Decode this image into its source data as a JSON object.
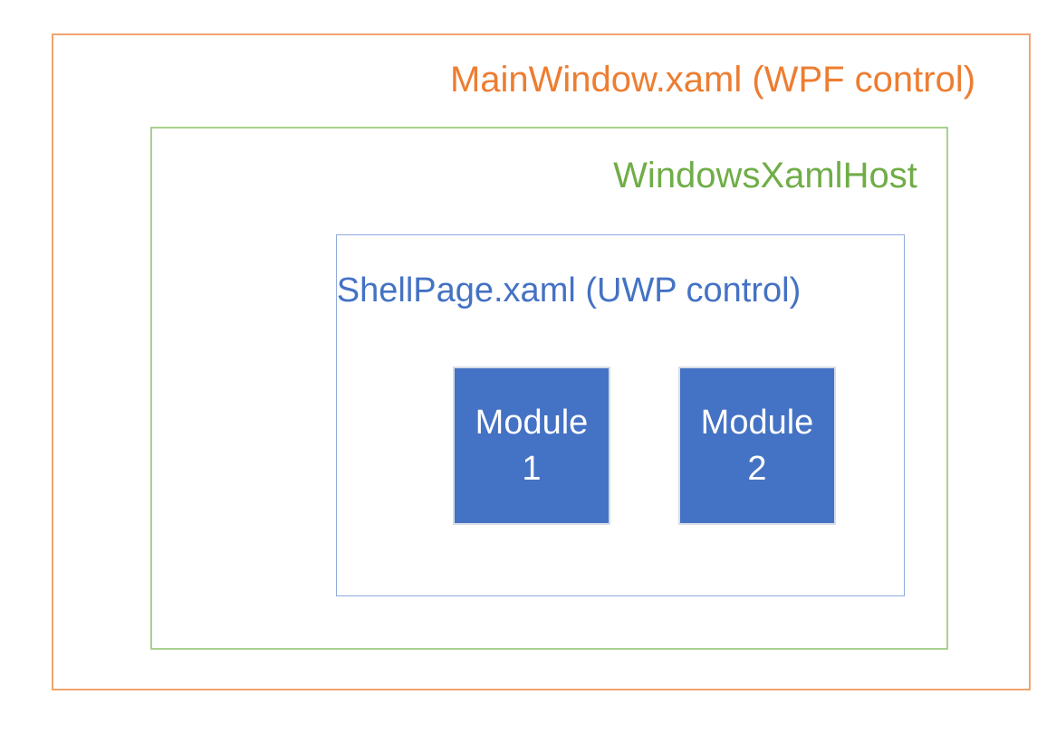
{
  "diagram": {
    "mainwindow": {
      "label": "MainWindow.xaml (WPF control)",
      "text_color": "#ED7D31",
      "border_color": "#F2A36E"
    },
    "xamlhost": {
      "label": "WindowsXamlHost",
      "text_color": "#70AD47",
      "border_color": "#A9D18E"
    },
    "shellpage": {
      "label": "ShellPage.xaml (UWP control)",
      "text_color": "#4472C4",
      "border_color": "#8FAADC"
    },
    "modules": [
      {
        "line1": "Module",
        "line2": "1"
      },
      {
        "line1": "Module",
        "line2": "2"
      }
    ],
    "module_style": {
      "fill": "#4472C4",
      "border_color": "#D6DCE5",
      "text_color": "#FFFFFF"
    }
  }
}
